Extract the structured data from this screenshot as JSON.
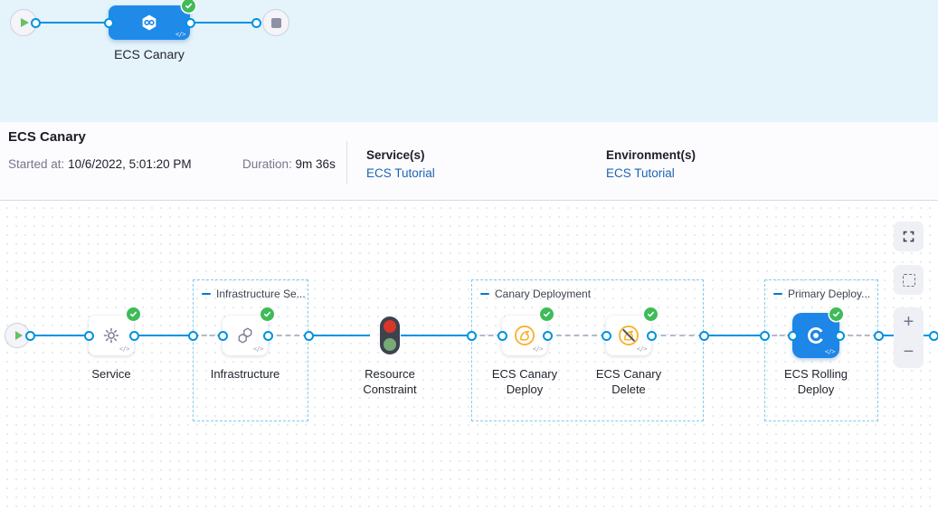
{
  "banner": {
    "node_label": "ECS Canary",
    "code_glyph": "</>"
  },
  "info": {
    "title": "ECS Canary",
    "started": {
      "label": "Started at:",
      "value": "10/6/2022, 5:01:20 PM"
    },
    "duration": {
      "label": "Duration:",
      "value": "9m 36s"
    },
    "services": {
      "label": "Service(s)",
      "value": "ECS Tutorial"
    },
    "environments": {
      "label": "Environment(s)",
      "value": "ECS Tutorial"
    }
  },
  "graph": {
    "groups": [
      {
        "label": "Infrastructure Se..."
      },
      {
        "label": "Canary Deployment"
      },
      {
        "label": "Primary Deploy..."
      }
    ],
    "nodes": [
      {
        "label": "Service",
        "icon": "gear-icon",
        "code_glyph": "</>"
      },
      {
        "label": "Infrastructure",
        "icon": "hexagons-icon",
        "code_glyph": "</>"
      },
      {
        "label": "Resource Constraint",
        "icon": "traffic-light-icon"
      },
      {
        "label": "ECS Canary Deploy",
        "icon": "canary-icon",
        "code_glyph": "</>"
      },
      {
        "label": "ECS Canary Delete",
        "icon": "canary-slash-icon",
        "code_glyph": "</>"
      },
      {
        "label": "ECS Rolling Deploy",
        "icon": "ecs-icon",
        "code_glyph": "</>"
      }
    ],
    "controls": {
      "zoom_in": "+",
      "zoom_out": "−"
    }
  },
  "colors": {
    "accent_line": "#0092e4",
    "node_blue": "#1f8ae8",
    "success_green": "#3fbb58",
    "canary_yellow": "#f9b12a",
    "link_blue": "#1d63b5",
    "banner_bg": "#e5f3fa"
  }
}
